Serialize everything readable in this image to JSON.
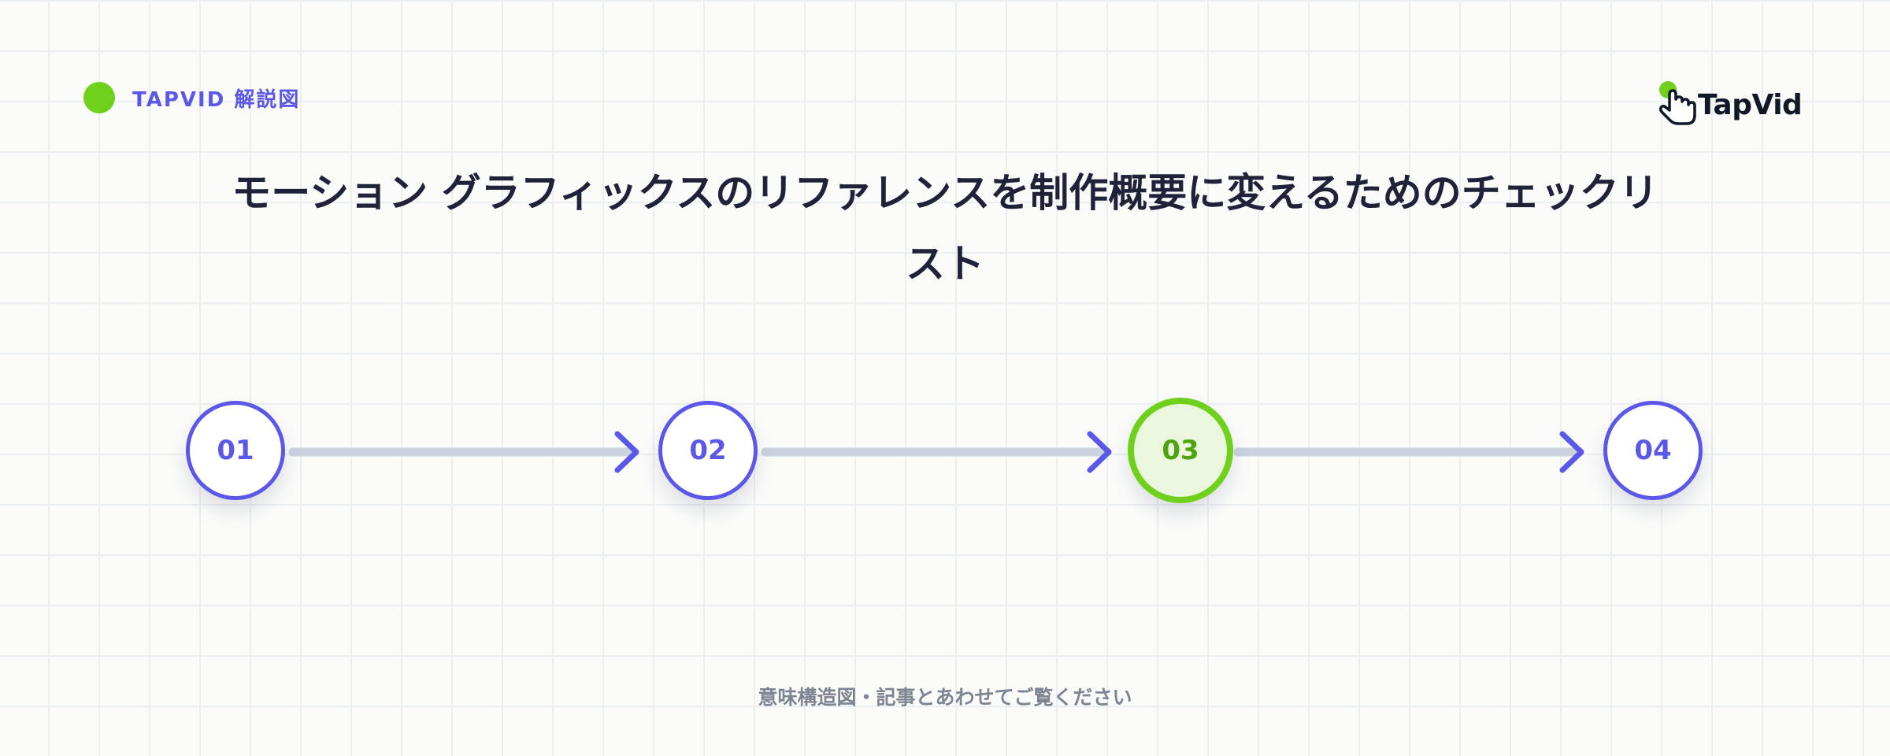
{
  "brand": {
    "label": "TAPVID 解説図",
    "dot_color": "#6fd11b",
    "label_color": "#5b57e8"
  },
  "logo": {
    "text": "TapVid",
    "icon": "tap-hand-icon"
  },
  "title": "モーション グラフィックスのリファレンスを制作概要に変えるためのチェックリスト",
  "steps": [
    {
      "label": "01",
      "state": "default"
    },
    {
      "label": "02",
      "state": "default"
    },
    {
      "label": "03",
      "state": "highlighted"
    },
    {
      "label": "04",
      "state": "default"
    }
  ],
  "colors": {
    "accent": "#5b57e8",
    "highlight": "#6fd11b",
    "connector": "#cbd3df"
  },
  "footer": "意味構造図・記事とあわせてご覧ください"
}
